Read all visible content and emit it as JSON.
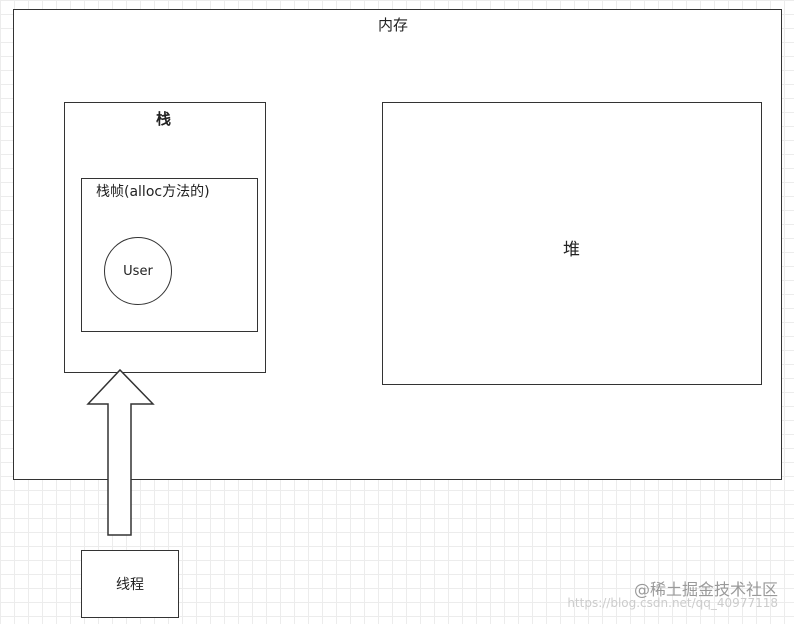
{
  "memory": {
    "label": "内存"
  },
  "stack": {
    "label": "栈",
    "frame": {
      "label": "栈帧(alloc方法的)",
      "object": "User"
    }
  },
  "heap": {
    "label": "堆"
  },
  "thread": {
    "label": "线程"
  },
  "watermark": {
    "brand": "@稀土掘金技术社区",
    "url": "https://blog.csdn.net/qq_40977118"
  }
}
